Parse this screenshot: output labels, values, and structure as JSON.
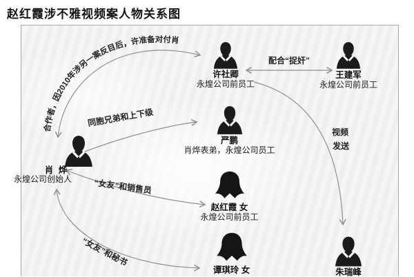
{
  "page": {
    "title": "赵红霞涉不雅视频案人物关系图"
  },
  "diagram": {
    "persons": [
      {
        "id": "xu_sheqing",
        "name": "许社卿",
        "desc": "永煌公司前员工",
        "gender": "male"
      },
      {
        "id": "wang_jianjun",
        "name": "王建军",
        "desc": "永煌公司前员工",
        "gender": "male"
      },
      {
        "id": "xiao_ye",
        "name": "肖 烨",
        "desc": "永煌公司创始人",
        "gender": "male"
      },
      {
        "id": "yan_peng",
        "name": "严鹏",
        "desc": "肖烨表弟，永煌公司员工",
        "gender": "male"
      },
      {
        "id": "zhao_hongxia",
        "name": "赵红霞 女",
        "desc": "永煌公司前员工",
        "gender": "female"
      },
      {
        "id": "tan_qiling",
        "name": "谭琪玲 女",
        "gender": "female"
      },
      {
        "id": "zhu_ruifeng",
        "name": "朱瑞峰",
        "gender": "male"
      }
    ],
    "relations": {
      "xiao_xu": {
        "label": "合作者，因2010年涉另一案反目后，许准备对付肖"
      },
      "xu_wang": {
        "label": "配合“捉奸”"
      },
      "xiao_yan": {
        "label": "同胞兄弟和上下级"
      },
      "xiao_zhao": {
        "label": "“女友”和销售员"
      },
      "xiao_tan": {
        "label": "“女友”和秘书"
      },
      "xu_zhu": {
        "label_line1": "视频",
        "label_line2": "发送"
      }
    }
  },
  "colors": {
    "line": "#8f8f8f",
    "text": "#111111",
    "panel_border": "#a8a8a8",
    "avatar": "#1b1b1b"
  }
}
